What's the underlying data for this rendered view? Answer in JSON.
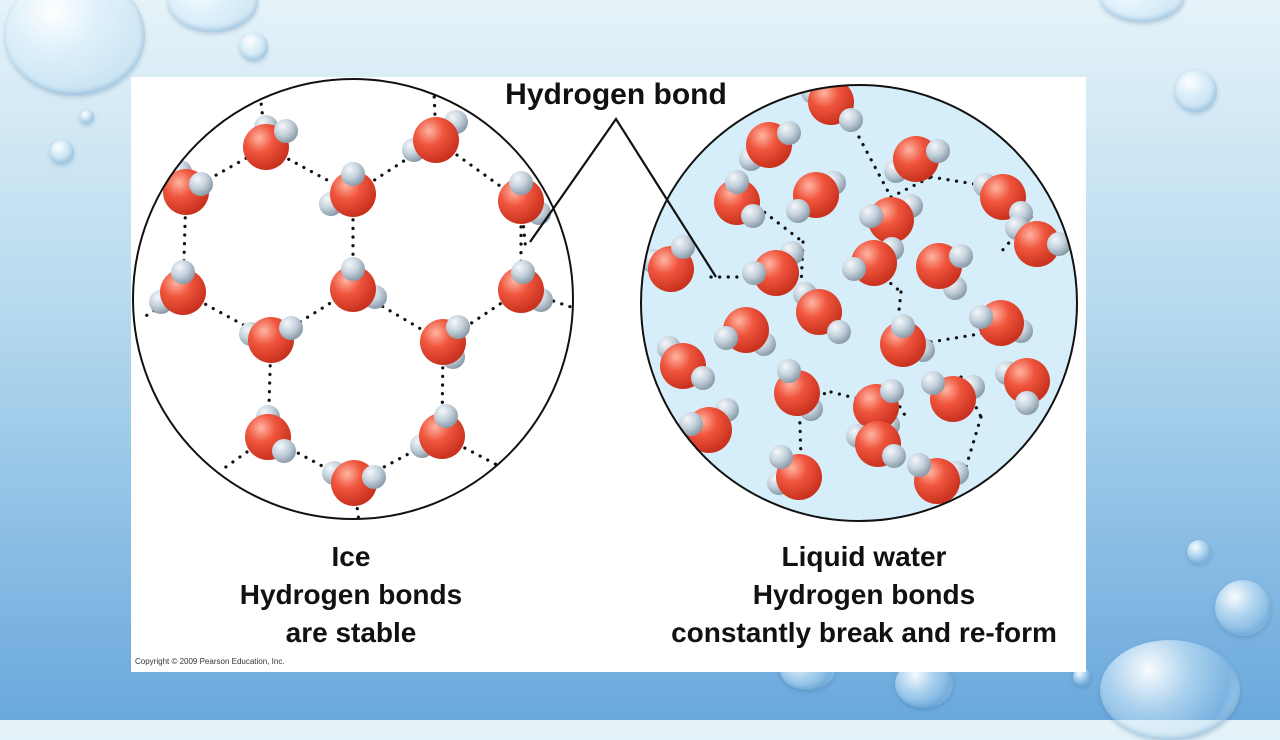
{
  "diagram": {
    "callout_label": "Hydrogen bond",
    "ice": {
      "line1": "Ice",
      "line2": "Hydrogen bonds",
      "line3": "are stable"
    },
    "liquid": {
      "line1": "Liquid water",
      "line2": "Hydrogen bonds",
      "line3": "constantly break and re-form"
    },
    "copyright": "Copyright © 2009 Pearson Education, Inc."
  },
  "colors": {
    "oxygen": "#e84a32",
    "hydrogen": "#b9c9d6",
    "liquid_fill": "#d6eef9",
    "bond_dots": "#111111"
  }
}
